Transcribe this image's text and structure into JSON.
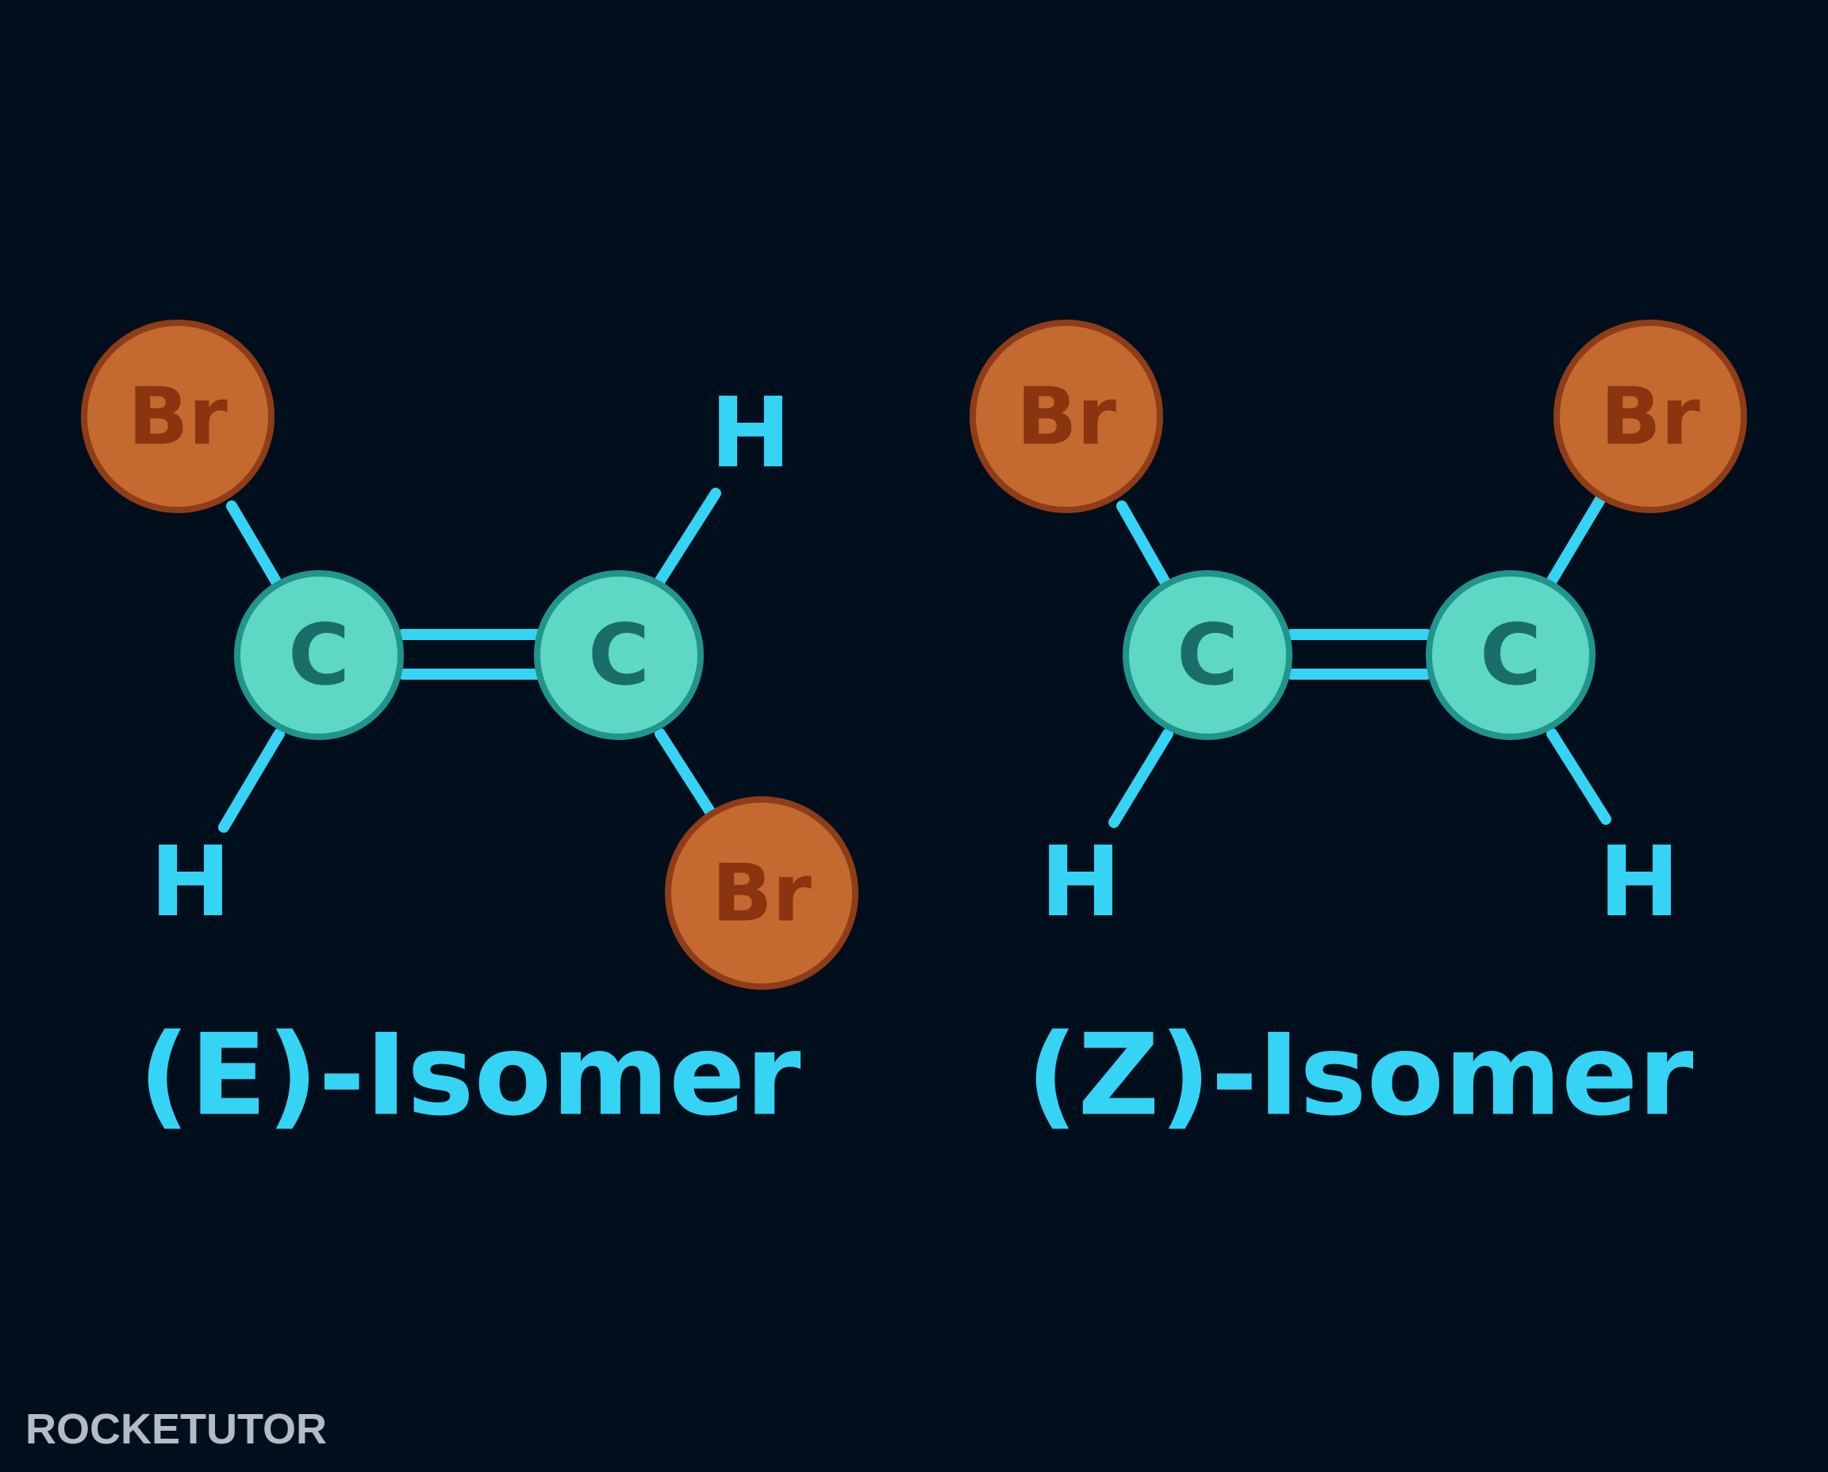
{
  "colors": {
    "background": "#010F1C",
    "bond": "#36D4F4",
    "carbon_fill": "#5ED8C5",
    "carbon_stroke": "#21958C",
    "carbon_text": "#1A6E6A",
    "bromine_fill": "#C4692F",
    "bromine_stroke": "#8E3D18",
    "bromine_text": "#8A3410",
    "hydrogen_text": "#36D4F4",
    "logo_text": "#B3BBC4"
  },
  "isomers": [
    {
      "title": "(E)-Isomer",
      "atoms": {
        "carbon_left": "C",
        "carbon_right": "C",
        "top_left": "Br",
        "top_right": "H",
        "bottom_left": "H",
        "bottom_right": "Br"
      }
    },
    {
      "title": "(Z)-Isomer",
      "atoms": {
        "carbon_left": "C",
        "carbon_right": "C",
        "top_left": "Br",
        "top_right": "Br",
        "bottom_left": "H",
        "bottom_right": "H"
      }
    }
  ],
  "logo": {
    "text": "ROCKETUTOR"
  }
}
